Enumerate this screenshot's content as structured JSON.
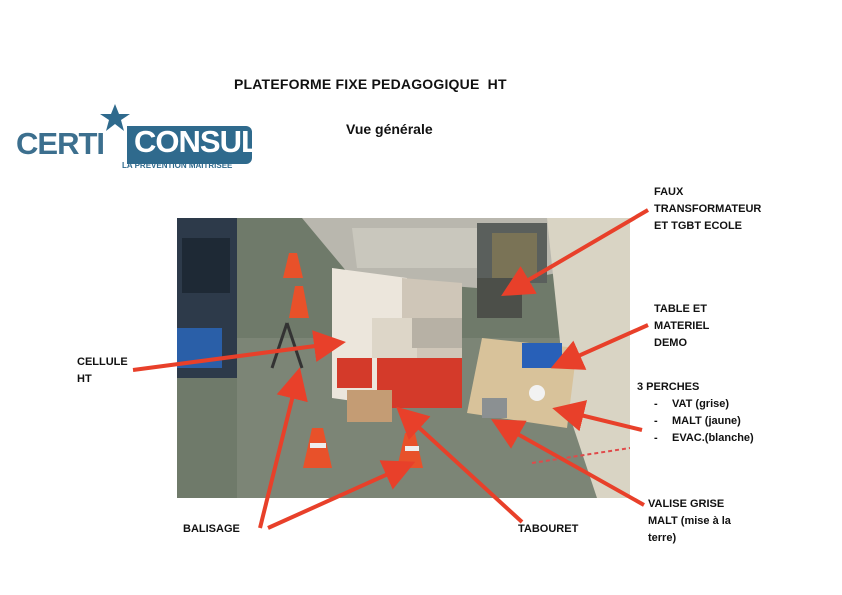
{
  "title": "PLATEFORME FIXE PEDAGOGIQUE  HT",
  "subtitle": "Vue générale",
  "logo": {
    "left_word": "CERTI",
    "right_word": "CONSULT",
    "tagline": "LA PRÉVENTION MAÎTRISÉE",
    "colors": {
      "primary": "#2f6a8d",
      "light": "#3c6f8e"
    }
  },
  "photo": {
    "description_icon": "training-platform-photo"
  },
  "annotations": {
    "transformer": [
      "FAUX",
      "TRANSFORMATEUR",
      "ET TGBT ECOLE"
    ],
    "table": [
      "TABLE ET",
      "MATERIEL",
      "DEMO"
    ],
    "perches_title": "3 PERCHES",
    "perches": [
      "VAT (grise)",
      "MALT (jaune)",
      "EVAC.(blanche)"
    ],
    "perches_dash": "-",
    "cellule": [
      "CELLULE",
      "HT"
    ],
    "balisage": "BALISAGE",
    "tabouret": "TABOURET",
    "valise": [
      "VALISE GRISE",
      "MALT (mise à la",
      "terre)"
    ]
  },
  "colors": {
    "arrow": "#e8402a",
    "text": "#111111"
  }
}
